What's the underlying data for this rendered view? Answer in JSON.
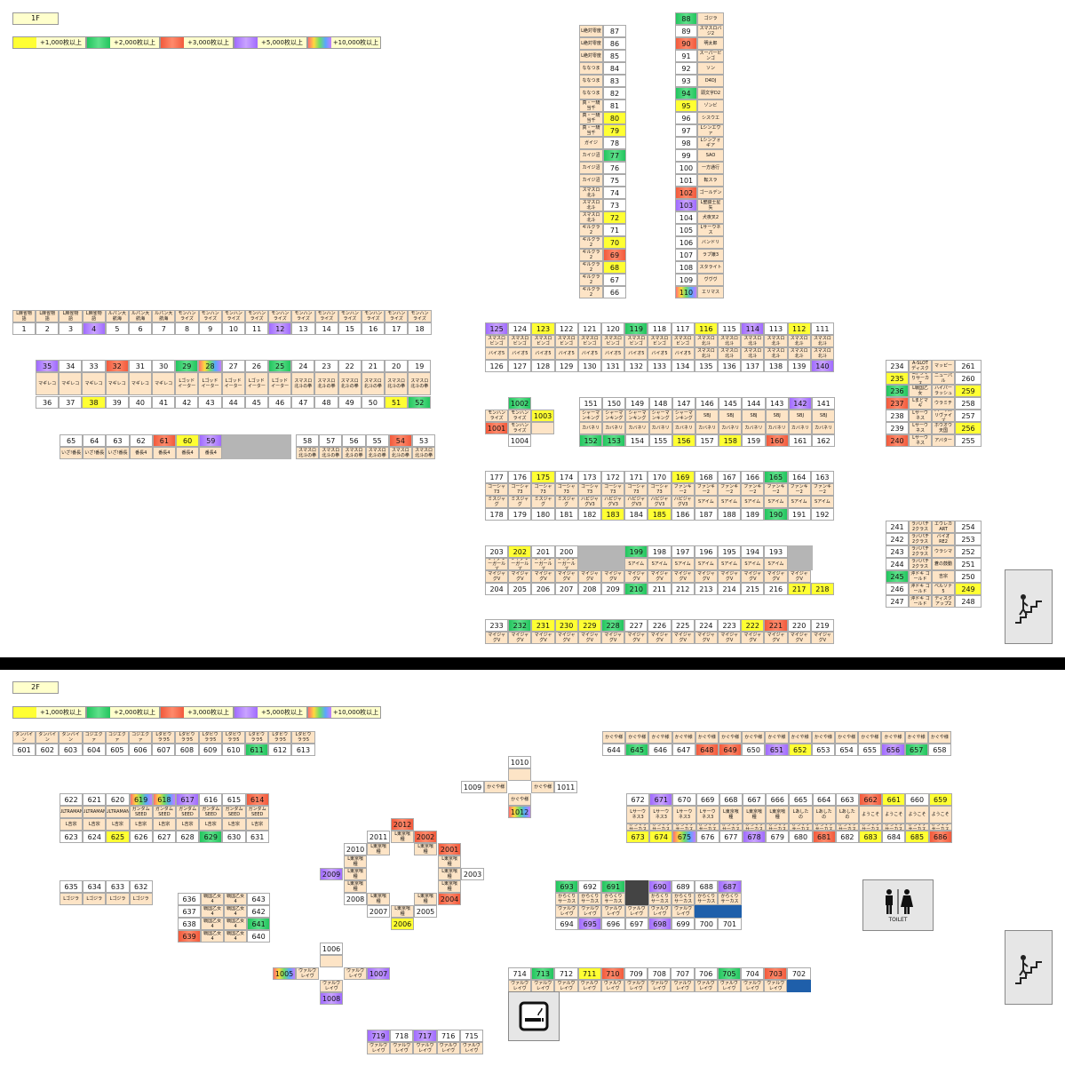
{
  "floors": [
    {
      "label": "1F",
      "legend": [
        {
          "class": "c-yellow",
          "text": "+1,000枚以上"
        },
        {
          "class": "c-green",
          "text": "+2,000枚以上"
        },
        {
          "class": "c-red",
          "text": "+3,000枚以上"
        },
        {
          "class": "c-purple",
          "text": "+5,000枚以上"
        },
        {
          "class": "c-rainbow",
          "text": "+10,000枚以上"
        }
      ]
    },
    {
      "label": "2F",
      "legend": [
        {
          "class": "c-yellow",
          "text": "+1,000枚以上"
        },
        {
          "class": "c-green",
          "text": "+2,000枚以上"
        },
        {
          "class": "c-red",
          "text": "+3,000枚以上"
        },
        {
          "class": "c-purple",
          "text": "+5,000枚以上"
        },
        {
          "class": "c-rainbow",
          "text": "+10,000枚以上"
        }
      ]
    }
  ],
  "colors": {
    "yellow": "#ffff33",
    "green": "#22c55e",
    "red": "#f25a3c",
    "purple": "#a06bff",
    "name_bg": "#fde4c6",
    "gray": "#b5b5b5",
    "blue": "#1f5faa"
  },
  "icons": {
    "stairs": "stairs-icon",
    "toilet": "toilet-icon",
    "smoking": "smoking-area-icon"
  },
  "toilet_label": "TOILET",
  "rows_1f": {
    "r87_66": {
      "nums": [
        "87",
        "86",
        "85",
        "84",
        "83",
        "82",
        "81",
        "80",
        "79",
        "78",
        "77",
        "76",
        "75",
        "74",
        "73",
        "72",
        "71",
        "70",
        "69",
        "68",
        "67",
        "66"
      ],
      "names": [
        "L絶対零度",
        "L絶対零度",
        "L絶対零度",
        "ななつま",
        "ななつま",
        "ななつま",
        "真・一騎当千",
        "真・一騎当千",
        "真・一騎当千",
        "ガイジ",
        "カイジ沼",
        "カイジ沼",
        "カイジ沼",
        "スマスロ北斗",
        "スマスロ北斗",
        "スマスロ北斗",
        "ギルクラ2",
        "ギルクラ2",
        "ギルクラ2",
        "ギルクラ2",
        "ギルクラ2",
        "ギルクラ2"
      ]
    },
    "r88_110": {
      "nums": [
        "88",
        "89",
        "90",
        "91",
        "92",
        "93",
        "94",
        "95",
        "96",
        "97",
        "98",
        "99",
        "100",
        "101",
        "102",
        "103",
        "104",
        "105",
        "106",
        "107",
        "108",
        "109",
        "110"
      ],
      "names": [
        "ゴジラ",
        "スマスロバジ2",
        "明太郎",
        "スーパービンゴ",
        "ソン",
        "D4DJ",
        "頭文字D2",
        "ゾンビ",
        "シスウエ",
        "Lシンエヴァ",
        "Lシンフォギア",
        "SAO",
        "一方通行",
        "転スラ",
        "ゴールデン",
        "L聖闘士星矢",
        "犬夜叉2",
        "Lサーウネス",
        "バンドリ",
        "ラブ嬢3",
        "スタライト",
        "ヴヴヴ",
        "エリマス"
      ]
    },
    "r1_18": {
      "nums": [
        "1",
        "2",
        "3",
        "4",
        "5",
        "6",
        "7",
        "8",
        "9",
        "10",
        "11",
        "12",
        "13",
        "14",
        "15",
        "16",
        "17",
        "18"
      ],
      "names": [
        "L麻雀物語",
        "L麻雀物語",
        "L麻雀物語",
        "L麻雀物語",
        "ルパン大航海",
        "ルパン大航海",
        "ルパン大航海",
        "モンハンライズ",
        "モンハンライズ",
        "モンハンライズ",
        "モンハンライズ",
        "モンハンライズ",
        "モンハンライズ",
        "モンハンライズ",
        "モンハンライズ",
        "モンハンライズ",
        "モンハンライズ",
        "モンハンライズ"
      ]
    },
    "r35_19": {
      "nums": [
        "35",
        "34",
        "33",
        "32",
        "31",
        "30",
        "29",
        "28",
        "27",
        "26",
        "25",
        "24",
        "23",
        "22",
        "21",
        "20",
        "19"
      ],
      "names": [
        "マギレコ",
        "マギレコ",
        "マギレコ",
        "マギレコ",
        "マギレコ",
        "マギレコ",
        "Lゴッドイーター",
        "Lゴッドイーター",
        "Lゴッドイーター",
        "Lゴッドイーター",
        "Lゴッドイーター",
        "スマスロ北斗の拳",
        "スマスロ北斗の拳",
        "スマスロ北斗の拳",
        "スマスロ北斗の拳",
        "スマスロ北斗の拳",
        "スマスロ北斗の拳"
      ]
    },
    "r36_52": {
      "nums": [
        "36",
        "37",
        "38",
        "39",
        "40",
        "41",
        "42",
        "43",
        "44",
        "45",
        "46",
        "47",
        "48",
        "49",
        "50",
        "51",
        "52"
      ]
    },
    "r65_53": {
      "nums": [
        "65",
        "64",
        "63",
        "62",
        "61",
        "60",
        "59",
        "58",
        "57",
        "56",
        "55",
        "54",
        "53"
      ],
      "names": [
        "いざ!番長",
        "いざ!番長",
        "いざ!番長",
        "番長4",
        "番長4",
        "番長4",
        "番長4",
        "スマスロ北斗の拳",
        "スマスロ北斗の拳",
        "スマスロ北斗の拳",
        "スマスロ北斗の拳",
        "スマスロ北斗の拳",
        "スマスロ北斗の拳"
      ]
    },
    "r125_111": {
      "nums": [
        "125",
        "124",
        "123",
        "122",
        "121",
        "120",
        "119",
        "118",
        "117",
        "116",
        "115",
        "114",
        "113",
        "112",
        "111"
      ],
      "names1": [
        "スマスロ ビンゴ",
        "スマスロ ビンゴ",
        "スマスロ ビンゴ",
        "スマスロ ビンゴ",
        "スマスロ ビンゴ",
        "スマスロ ビンゴ",
        "スマスロ ビンゴ",
        "スマスロ ビンゴ",
        "スマスロ ビンゴ",
        "スマスロ 北斗",
        "スマスロ 北斗",
        "スマスロ 北斗",
        "スマスロ 北斗",
        "スマスロ 北斗",
        "スマスロ 北斗"
      ],
      "names2": [
        "バイオ5",
        "バイオ5",
        "バイオ5",
        "バイオ5",
        "バイオ5",
        "バイオ5",
        "バイオ5",
        "バイオ5",
        "バイオ5",
        "スマスロ北斗",
        "スマスロ北斗",
        "スマスロ北斗",
        "スマスロ北斗",
        "スマスロ北斗",
        "スマスロ北斗"
      ]
    },
    "r126_140": {
      "nums": [
        "126",
        "127",
        "128",
        "129",
        "130",
        "131",
        "132",
        "133",
        "134",
        "135",
        "136",
        "137",
        "138",
        "139",
        "140"
      ]
    },
    "r1002": {
      "nums": [
        "1002",
        "1003",
        "1001",
        "1004"
      ],
      "names": [
        "モンハンライズ",
        "モンハンライズ",
        "モンハンライズ"
      ]
    },
    "r151_141": {
      "nums": [
        "151",
        "150",
        "149",
        "148",
        "147",
        "146",
        "145",
        "144",
        "143",
        "142",
        "141"
      ],
      "names1": [
        "シャーマンキング",
        "シャーマンキング",
        "シャーマンキング",
        "シャーマンキング",
        "シャーマンキング",
        "SBJ",
        "SBJ",
        "SBJ",
        "SBJ",
        "SBJ",
        "SBJ"
      ],
      "names2": [
        "カバネリ",
        "カバネリ",
        "カバネリ",
        "カバネリ",
        "カバネリ",
        "カバネリ",
        "カバネリ",
        "カバネリ",
        "カバネリ",
        "カバネリ",
        "カバネリ"
      ]
    },
    "r152_162": {
      "nums": [
        "152",
        "153",
        "154",
        "155",
        "156",
        "157",
        "158",
        "159",
        "160",
        "161",
        "162"
      ]
    },
    "r177_163": {
      "nums": [
        "177",
        "176",
        "175",
        "174",
        "173",
        "172",
        "171",
        "170",
        "169",
        "168",
        "167",
        "166",
        "165",
        "164",
        "163"
      ],
      "names1": [
        "ゴーシャ73",
        "ゴーシャ73",
        "ゴーシャ73",
        "ゴーシャ73",
        "ゴーシャ73",
        "ゴーシャ73",
        "ゴーシャ73",
        "ゴーシャ73",
        "ファンキー2",
        "ファンキー2",
        "ファンキー2",
        "ファンキー2",
        "ファンキー2",
        "ファンキー2",
        "ファンキー2"
      ],
      "names2": [
        "ミスジャグ",
        "ミスジャグ",
        "ミスジャグ",
        "ミスジャグ",
        "ハピジャグV3",
        "ハピジャグV3",
        "ハピジャグV3",
        "ハピジャグV3",
        "ハピジャグV3",
        "Sアイム",
        "Sアイム",
        "Sアイム",
        "Sアイム",
        "Sアイム",
        "Sアイム"
      ]
    },
    "r178_192": {
      "nums": [
        "178",
        "179",
        "180",
        "181",
        "182",
        "183",
        "184",
        "185",
        "186",
        "187",
        "188",
        "189",
        "190",
        "191",
        "192"
      ]
    },
    "r203_193": {
      "nums": [
        "203",
        "202",
        "201",
        "200",
        "",
        "",
        "199",
        "198",
        "197",
        "196",
        "195",
        "194",
        "193",
        ""
      ],
      "names1": [
        "ジャグラーガールズ",
        "ジャグラーガールズ",
        "ジャグラーガールズ",
        "ジャグラーガールズ",
        "",
        "",
        "Sアイム",
        "Sアイム",
        "Sアイム",
        "Sアイム",
        "Sアイム",
        "Sアイム",
        "Sアイム",
        ""
      ],
      "names2": [
        "マイジャグV",
        "マイジャグV",
        "マイジャグV",
        "マイジャグV",
        "マイジャグV",
        "マイジャグV",
        "マイジャグV",
        "マイジャグV",
        "マイジャグV",
        "マイジャグV",
        "マイジャグV",
        "マイジャグV",
        "マイジャグV",
        "マイジャグV"
      ]
    },
    "r204_218": {
      "nums": [
        "204",
        "205",
        "206",
        "207",
        "208",
        "209",
        "210",
        "211",
        "212",
        "213",
        "214",
        "215",
        "216",
        "217",
        "218"
      ]
    },
    "r233_219": {
      "nums": [
        "233",
        "232",
        "231",
        "230",
        "229",
        "228",
        "227",
        "226",
        "225",
        "224",
        "223",
        "222",
        "221",
        "220",
        "219"
      ],
      "names": [
        "マイジャグV",
        "マイジャグV",
        "マイジャグV",
        "マイジャグV",
        "マイジャグV",
        "マイジャグV",
        "マイジャグV",
        "マイジャグV",
        "マイジャグV",
        "マイジャグV",
        "マイジャグV",
        "マイジャグV",
        "マイジャグV",
        "マイジャグV",
        "マイジャグV"
      ]
    },
    "r234_240": {
      "left": [
        "234",
        "235",
        "236",
        "237",
        "238",
        "239",
        "240"
      ],
      "names_l": [
        "A-SLOT ディスク",
        "Lからくりサーカス",
        "L戦国乙女",
        "Lまどマギ",
        "Lサーウネス",
        "Lサーウネス",
        "Lサーウネス"
      ],
      "names_r": [
        "マッピー",
        "ニューパル",
        "ハイパーラッシュ",
        "ウラミチ",
        "バーサスリヴァイズ",
        "ホウオウ天国",
        "アバター"
      ],
      "right": [
        "261",
        "260",
        "259",
        "258",
        "257",
        "256",
        "255"
      ]
    },
    "r241_247": {
      "left": [
        "241",
        "242",
        "243",
        "244",
        "245",
        "246",
        "247"
      ],
      "names_l": [
        "ラバパチ2クラス",
        "ラバパチ2クラス",
        "ラバパチ2クラス",
        "ラバパチ2クラス",
        "沖ドキ ゴールド",
        "沖ドキ ゴールド",
        "沖ドキ ゴールド"
      ],
      "names_r": [
        "エウレカART",
        "バイオRE2",
        "ウラシマ",
        "蒼の鼓動",
        "吉宗",
        "ベルソナ5",
        "ディスクアップ2"
      ],
      "right": [
        "254",
        "253",
        "252",
        "251",
        "250",
        "249",
        "248"
      ]
    }
  },
  "rows_2f": {
    "r601_613": {
      "nums": [
        "601",
        "602",
        "603",
        "604",
        "605",
        "606",
        "607",
        "608",
        "609",
        "610",
        "611",
        "612",
        "613"
      ],
      "names": [
        "タンバイン",
        "タンバイン",
        "タンバイン",
        "コジエクァ",
        "コジエクァ",
        "コジエクァ",
        "Lダビウララ5",
        "Lダビウララ5",
        "Lダビウララ5",
        "Lダビウララ5",
        "Lダビウララ5",
        "Lダビウララ5",
        "Lダビウララ5"
      ]
    },
    "r622_614": {
      "nums": [
        "622",
        "621",
        "620",
        "619",
        "618",
        "617",
        "616",
        "615",
        "614"
      ],
      "names": [
        "ULTRAMAN",
        "ULTRAMAN",
        "ULTRAMAN",
        "ガンダムSEED",
        "ガンダムSEED",
        "ガンダムSEED",
        "ガンダムSEED",
        "ガンダムSEED",
        "ガンダムSEED"
      ],
      "names2": [
        "L吉宗",
        "L吉宗",
        "L吉宗",
        "L吉宗",
        "L吉宗",
        "L吉宗",
        "L吉宗",
        "L吉宗",
        "L吉宗"
      ]
    },
    "r623_631": {
      "nums": [
        "623",
        "624",
        "625",
        "626",
        "627",
        "628",
        "629",
        "630",
        "631"
      ]
    },
    "r635_632": {
      "nums": [
        "635",
        "634",
        "633",
        "632"
      ],
      "names": [
        "Lゴジラ",
        "Lゴジラ",
        "Lゴジラ",
        "Lゴジラ"
      ]
    },
    "r636_643": {
      "left": [
        "636",
        "637",
        "638",
        "639"
      ],
      "names": [
        "戦国乙女4",
        "戦国乙女4",
        "戦国乙女4",
        "戦国乙女4"
      ],
      "right": [
        "643",
        "642",
        "641",
        "640"
      ]
    },
    "r1010": {
      "nums": [
        "1010",
        "1009",
        "1011",
        "1012"
      ],
      "names": [
        "かぐや様",
        "かぐや様",
        "かぐや様"
      ]
    },
    "r2012": {
      "nums": [
        "2012",
        "2011",
        "2002",
        "2010",
        "2001",
        "2009",
        "2003",
        "2008",
        "2004",
        "2007",
        "2005",
        "2006"
      ],
      "names": [
        "L東京喰種",
        "L東京喰種",
        "L東京喰種",
        "L東京喰種",
        "L東京喰種",
        "L東京喰種",
        "L東京喰種",
        "L東京喰種",
        "L東京喰種",
        "L東京喰種"
      ]
    },
    "r1006": {
      "nums": [
        "1006",
        "1005",
        "1007",
        "1008"
      ],
      "names": [
        "ヴァルヴレイヴ",
        "ヴァルヴレイヴ",
        "ヴァルヴレイヴ"
      ]
    },
    "r644_658": {
      "nums": [
        "644",
        "645",
        "646",
        "647",
        "648",
        "649",
        "650",
        "651",
        "652",
        "653",
        "654",
        "655",
        "656",
        "657",
        "658"
      ],
      "names": [
        "かぐや様",
        "かぐや様",
        "かぐや様",
        "かぐや様",
        "かぐや様",
        "かぐや様",
        "かぐや様",
        "かぐや様",
        "かぐや様",
        "かぐや様",
        "かぐや様",
        "かぐや様",
        "かぐや様",
        "かぐや様",
        "かぐや様"
      ]
    },
    "r672_659": {
      "nums": [
        "672",
        "671",
        "670",
        "669",
        "668",
        "667",
        "666",
        "665",
        "664",
        "663",
        "662",
        "661",
        "660",
        "659"
      ],
      "names": [
        "Lサーウネス3",
        "Lサーウネス3",
        "Lサーウネス3",
        "Lサーウネス3",
        "L東京喰種",
        "L東京喰種",
        "L東京喰種",
        "Lあしたの",
        "Lあしたの",
        "Lあしたの",
        "ようこそ",
        "ようこそ",
        "ようこそ",
        "ようこそ"
      ]
    },
    "r673_686": {
      "nums": [
        "673",
        "674",
        "675",
        "676",
        "677",
        "678",
        "679",
        "680",
        "681",
        "682",
        "683",
        "684",
        "685",
        "686"
      ],
      "names": [
        "からくりサーカス",
        "からくりサーカス",
        "からくりサーカス",
        "からくりサーカス",
        "からくりサーカス",
        "からくりサーカス",
        "からくりサーカス",
        "からくりサーカス",
        "からくりサーカス",
        "からくりサーカス",
        "からくりサーカス",
        "からくりサーカス",
        "からくりサーカス",
        "からくりサーカス"
      ]
    },
    "r693_687": {
      "nums": [
        "693",
        "692",
        "691",
        "",
        "690",
        "689",
        "688",
        "687"
      ],
      "names1": [
        "からくりサーカス",
        "からくりサーカス",
        "からくりサーカス",
        "",
        "からくりサーカス",
        "からくりサーカス",
        "からくりサーカス",
        "からくりサーカス"
      ],
      "names2": [
        "ヴァルヴレイヴ",
        "ヴァルヴレイヴ",
        "ヴァルヴレイヴ",
        "ヴァルヴレイヴ",
        "ヴァルヴレイヴ",
        "ヴァルヴレイヴ",
        "",
        ""
      ]
    },
    "r694_701": {
      "nums": [
        "694",
        "695",
        "696",
        "697",
        "698",
        "699",
        "700",
        "701"
      ]
    },
    "r714_702": {
      "nums": [
        "714",
        "713",
        "712",
        "711",
        "710",
        "709",
        "708",
        "707",
        "706",
        "705",
        "704",
        "703",
        "702"
      ],
      "names": [
        "ヴァルヴレイヴ",
        "ヴァルヴレイヴ",
        "ヴァルヴレイヴ",
        "ヴァルヴレイヴ",
        "ヴァルヴレイヴ",
        "ヴァルヴレイヴ",
        "ヴァルヴレイヴ",
        "ヴァルヴレイヴ",
        "ヴァルヴレイヴ",
        "ヴァルヴレイヴ",
        "ヴァルヴレイヴ",
        "ヴァルヴレイヴ",
        ""
      ]
    },
    "r719_715": {
      "nums": [
        "719",
        "718",
        "717",
        "716",
        "715"
      ],
      "names": [
        "ヴァルヴレイヴ",
        "ヴァルヴレイヴ",
        "ヴァルヴレイヴ",
        "ヴァルヴレイヴ",
        "ヴァルヴレイヴ"
      ]
    }
  },
  "payouts": {
    "yellow": [
      "38",
      "51",
      "60",
      "68",
      "70",
      "72",
      "79",
      "80",
      "95",
      "112",
      "116",
      "123",
      "156",
      "158",
      "169",
      "175",
      "183",
      "185",
      "202",
      "217",
      "218",
      "222",
      "229",
      "230",
      "231",
      "235",
      "249",
      "256",
      "259",
      "625",
      "652",
      "659",
      "661",
      "673",
      "674",
      "683",
      "685",
      "711",
      "1003",
      "2006"
    ],
    "green": [
      "25",
      "29",
      "52",
      "77",
      "88",
      "94",
      "119",
      "152",
      "153",
      "165",
      "190",
      "199",
      "210",
      "228",
      "232",
      "236",
      "245",
      "611",
      "629",
      "641",
      "645",
      "657",
      "691",
      "693",
      "705",
      "713",
      "1002"
    ],
    "red": [
      "32",
      "54",
      "61",
      "69",
      "90",
      "102",
      "160",
      "221",
      "237",
      "240",
      "614",
      "639",
      "648",
      "649",
      "662",
      "681",
      "686",
      "703",
      "710",
      "1001",
      "2001",
      "2002",
      "2004",
      "2012"
    ],
    "purple": [
      "4",
      "12",
      "35",
      "59",
      "103",
      "114",
      "125",
      "140",
      "142",
      "617",
      "651",
      "656",
      "671",
      "678",
      "687",
      "690",
      "695",
      "698",
      "719",
      "717",
      "1007",
      "1008",
      "2009"
    ],
    "rainbow": [
      "28",
      "110",
      "618",
      "619",
      "675",
      "1005",
      "1012"
    ]
  }
}
